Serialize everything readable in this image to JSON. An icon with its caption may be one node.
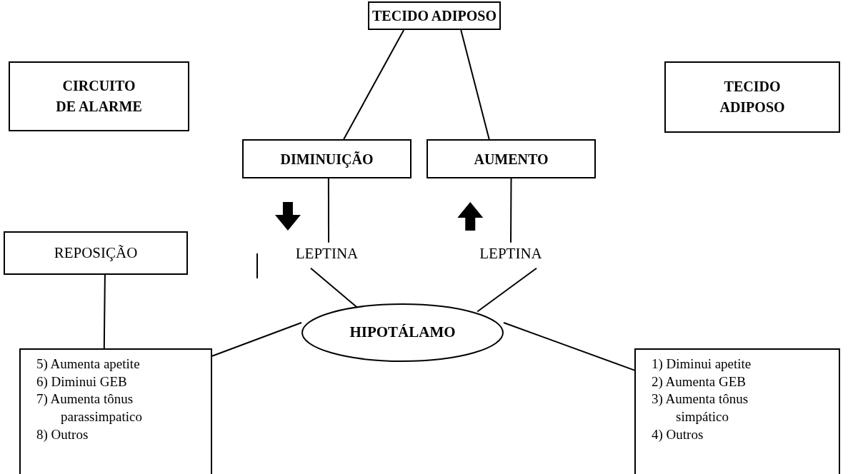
{
  "diagram": {
    "nodes": [
      {
        "text": [
          "TECIDO ADIPOSO"
        ]
      },
      {
        "text": [
          "CIRCUITO DE ALARME"
        ]
      },
      {
        "text": [
          "TECIDO ADIPOSO"
        ]
      },
      {
        "text": [
          "DIMINUIÇÃO"
        ]
      },
      {
        "text": [
          "AUMENTO"
        ]
      },
      {
        "text": [
          "REPOSIÇÃO"
        ]
      },
      {
        "text": [
          "LEPTINA"
        ]
      },
      {
        "text": [
          "LEPTINA"
        ]
      },
      {
        "text": [
          "HIPOTÁLAMO"
        ]
      },
      {
        "text": [
          "5) Aumenta apetite",
          "6) Diminui GEB",
          "7) Aumenta tônus parassimpatico",
          "8) Outros"
        ]
      },
      {
        "text": [
          "1) Diminui apetite",
          "2) Aumenta GEB",
          "3) Aumenta tônus simpático",
          "4) Outros"
        ]
      }
    ],
    "edges": [
      {
        "from": 0,
        "to": 3,
        "arrow": "none"
      },
      {
        "from": 0,
        "to": 4,
        "arrow": "none"
      },
      {
        "from": 3,
        "to": 6,
        "arrow": "none"
      },
      {
        "from": 4,
        "to": 7,
        "arrow": "none"
      },
      {
        "from": 6,
        "to": 8,
        "arrow": "none"
      },
      {
        "from": 7,
        "to": 8,
        "arrow": "none"
      },
      {
        "from": 5,
        "to": 9,
        "arrow": "none"
      },
      {
        "from": 8,
        "to": 9,
        "arrow": "none"
      },
      {
        "from": 8,
        "to": 10,
        "arrow": "none"
      }
    ]
  }
}
